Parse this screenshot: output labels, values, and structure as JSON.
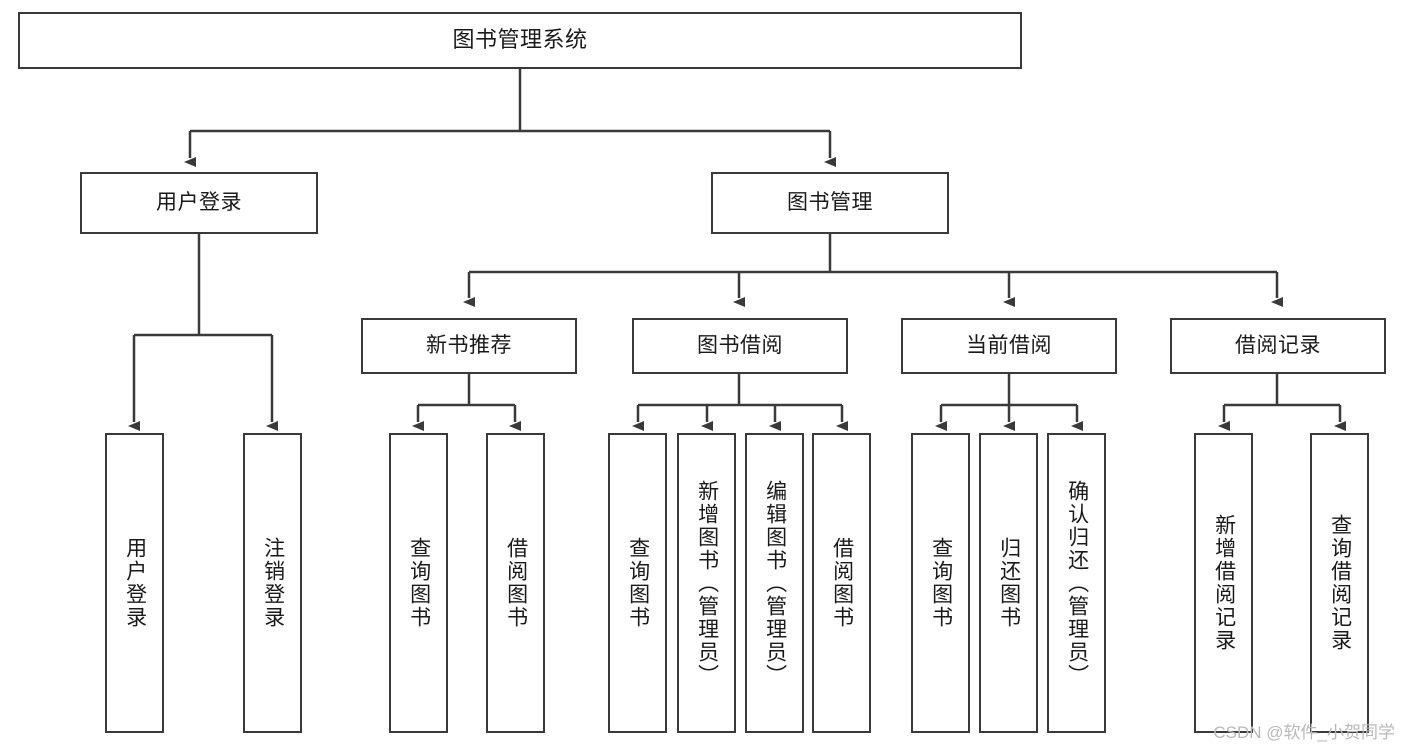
{
  "diagram": {
    "title": "图书管理系统",
    "type": "tree-hierarchy-diagram",
    "watermark": "CSDN @软件_小贺同学",
    "colors": {
      "stroke": "#3a3a3a",
      "fill": "#ffffff",
      "text": "#1a1a1a",
      "watermark": "#b9b9b9"
    },
    "nodes": {
      "root": {
        "label": "图书管理系统"
      },
      "level2": [
        {
          "id": "user-login",
          "label": "用户登录"
        },
        {
          "id": "book-management",
          "label": "图书管理"
        }
      ],
      "level3": [
        {
          "id": "new-book-recommend",
          "label": "新书推荐"
        },
        {
          "id": "book-borrow",
          "label": "图书借阅"
        },
        {
          "id": "current-borrow",
          "label": "当前借阅"
        },
        {
          "id": "borrow-record",
          "label": "借阅记录"
        }
      ],
      "leaves": {
        "user_login": [
          {
            "id": "leaf-user-login",
            "label": "用户登录"
          },
          {
            "id": "leaf-logout-login",
            "label": "注销登录"
          }
        ],
        "new_book_recommend": [
          {
            "id": "leaf-query-book-1",
            "label": "查询图书"
          },
          {
            "id": "leaf-borrow-book-1",
            "label": "借阅图书"
          }
        ],
        "book_borrow": [
          {
            "id": "leaf-query-book-2",
            "label": "查询图书"
          },
          {
            "id": "leaf-add-book",
            "label": "新增图书（管理员）"
          },
          {
            "id": "leaf-edit-book",
            "label": "编辑图书（管理员）"
          },
          {
            "id": "leaf-borrow-book-2",
            "label": "借阅图书"
          }
        ],
        "current_borrow": [
          {
            "id": "leaf-query-book-3",
            "label": "查询图书"
          },
          {
            "id": "leaf-return-book",
            "label": "归还图书"
          },
          {
            "id": "leaf-confirm-return",
            "label": "确认归还（管理员）"
          }
        ],
        "borrow_record": [
          {
            "id": "leaf-add-borrow-record",
            "label": "新增借阅记录"
          },
          {
            "id": "leaf-query-borrow-record",
            "label": "查询借阅记录"
          }
        ]
      }
    }
  }
}
